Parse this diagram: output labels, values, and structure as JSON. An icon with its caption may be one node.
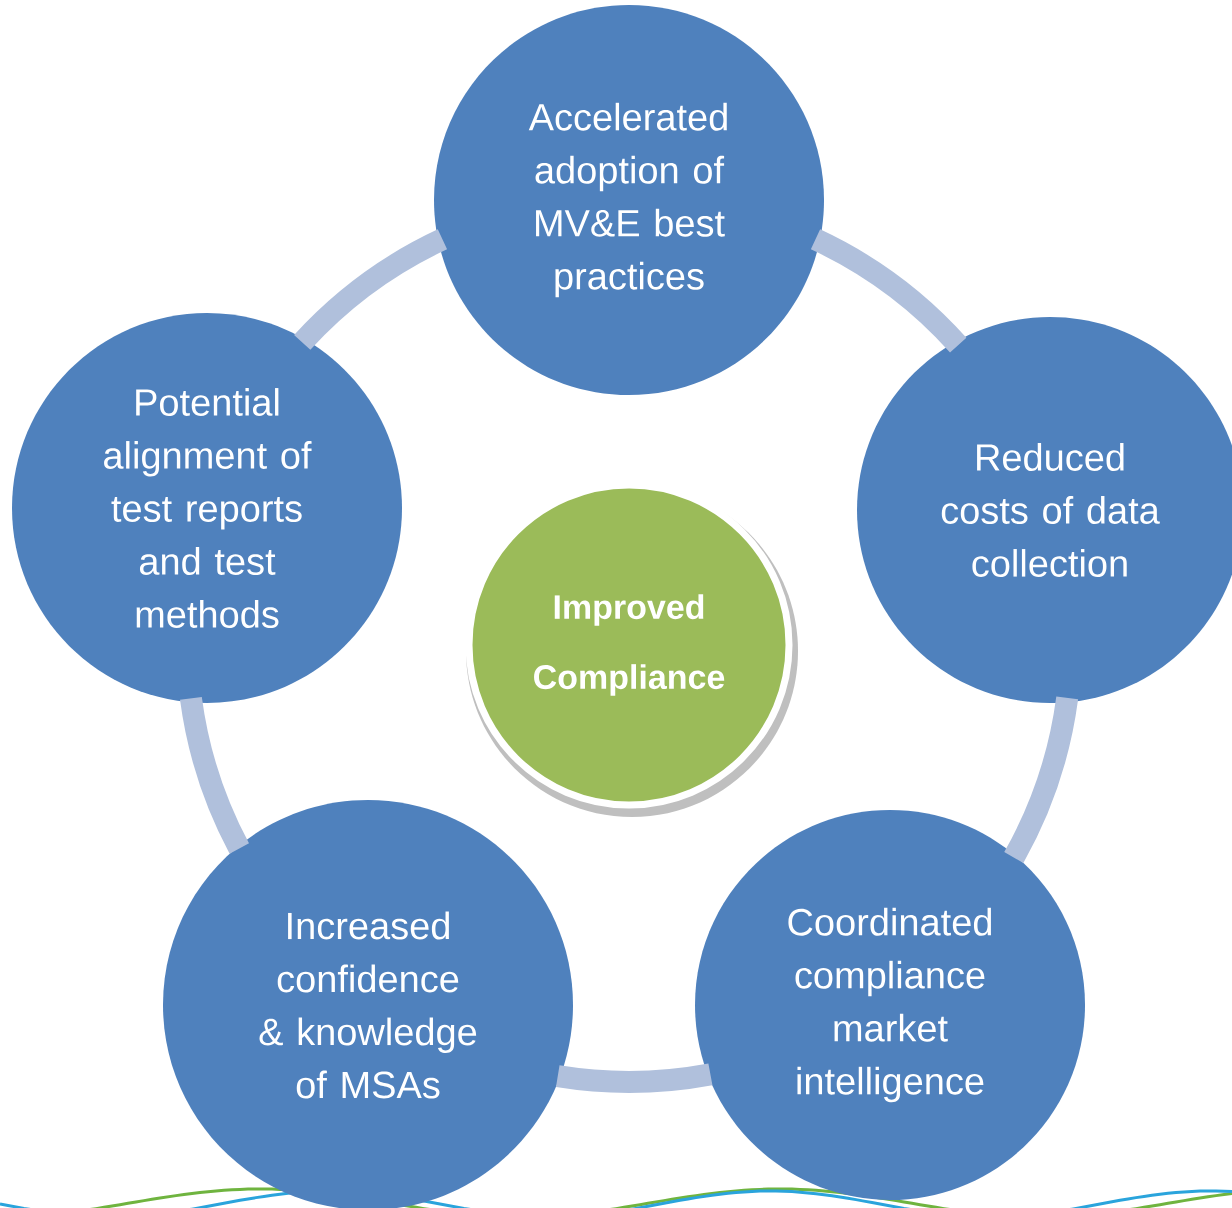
{
  "diagram": {
    "nodes": [
      {
        "text": [
          "Accelerated adoption of MV&E best practices"
        ]
      },
      {
        "text": [
          "Reduced costs of data collection"
        ]
      },
      {
        "text": [
          "Coordinated compliance market intelligence"
        ]
      },
      {
        "text": [
          "Increased confidence & knowledge of MSAs"
        ]
      },
      {
        "text": [
          "Potential alignment of test reports and test methods"
        ]
      },
      {
        "text": [
          "Improved Compliance"
        ]
      }
    ],
    "edges": [
      {
        "from": 0,
        "to": 1,
        "arrow": "none"
      },
      {
        "from": 1,
        "to": 2,
        "arrow": "none"
      },
      {
        "from": 2,
        "to": 3,
        "arrow": "none"
      },
      {
        "from": 3,
        "to": 4,
        "arrow": "none"
      },
      {
        "from": 4,
        "to": 0,
        "arrow": "none"
      }
    ]
  }
}
